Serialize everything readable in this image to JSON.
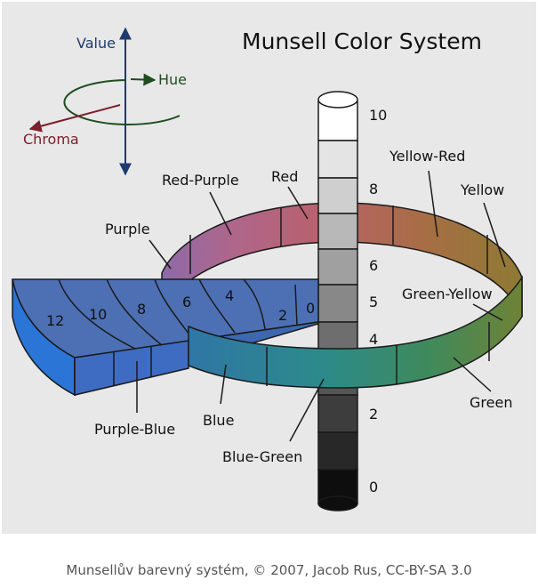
{
  "title": "Munsell Color System",
  "caption": "Munsellův barevný systém, © 2007, Jacob Rus, CC-BY-SA 3.0",
  "axes_legend": {
    "value": "Value",
    "hue": "Hue",
    "chroma": "Chroma",
    "value_color": "#1e3a6e",
    "hue_color": "#1f4d1f",
    "chroma_color": "#7a1f2b"
  },
  "value_scale": [
    "10",
    "8",
    "6",
    "5",
    "4",
    "2",
    "0"
  ],
  "chroma_scale": [
    "12",
    "10",
    "8",
    "6",
    "4",
    "2",
    "0"
  ],
  "hues": {
    "red_purple": "Red-Purple",
    "red": "Red",
    "yellow_red": "Yellow-Red",
    "yellow": "Yellow",
    "purple": "Purple",
    "green_yellow": "Green-Yellow",
    "green": "Green",
    "blue_green": "Blue-Green",
    "blue": "Blue",
    "purple_blue": "Purple-Blue"
  },
  "colors": {
    "purple": "#8e6aa8",
    "red_purple": "#b0668a",
    "red": "#b9616b",
    "yellow_red": "#a86d45",
    "yellow": "#8f7a34",
    "green_yellow": "#6f8236",
    "green": "#3f8a5c",
    "blue_green": "#2c8a8a",
    "blue": "#2f76a6",
    "purple_blue": "#3a6fc0"
  }
}
